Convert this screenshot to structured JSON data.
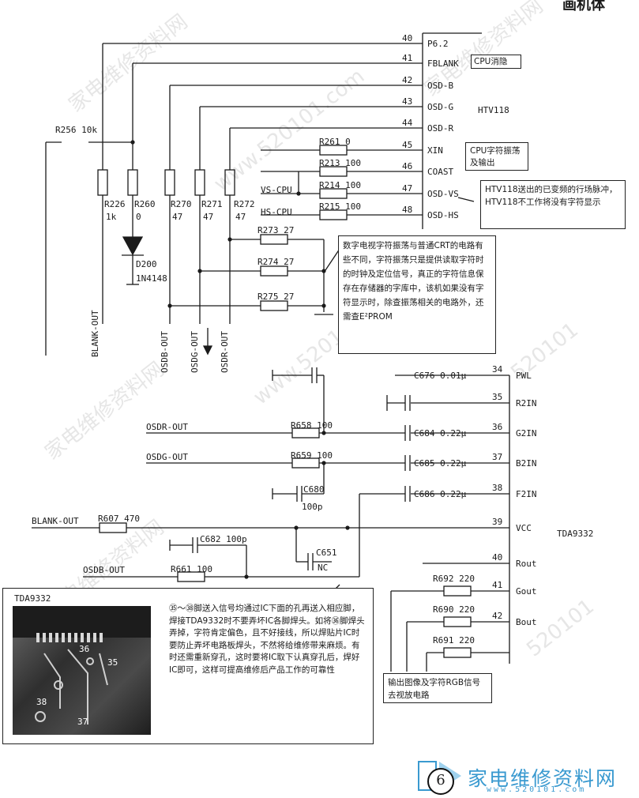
{
  "header": {
    "corner_text": "画机体"
  },
  "htv118": {
    "chip_label": "HTV118",
    "pins": [
      {
        "num": "40",
        "name": "P6.2"
      },
      {
        "num": "41",
        "name": "FBLANK"
      },
      {
        "num": "42",
        "name": "OSD-B"
      },
      {
        "num": "43",
        "name": "OSD-G"
      },
      {
        "num": "44",
        "name": "OSD-R"
      },
      {
        "num": "45",
        "name": "XIN"
      },
      {
        "num": "46",
        "name": "COAST"
      },
      {
        "num": "47",
        "name": "OSD-VS"
      },
      {
        "num": "48",
        "name": "OSD-HS"
      }
    ],
    "tag_cpu_blank": "CPU消隐",
    "tag_cpu_osc": "CPU字符振荡及输出",
    "note_vs": "HTV118送出的已变频的行场脉冲，HTV118不工作将没有字符显示"
  },
  "top_components": {
    "r256": "R256 10k",
    "r226": "R226",
    "r226_val": "1k",
    "r260": "R260",
    "r260_val": "0",
    "r270": "R270",
    "r270_val": "47",
    "r271": "R271",
    "r271_val": "47",
    "r272": "R272",
    "r272_val": "47",
    "r261": "R261 0",
    "r213": "R213 100",
    "r214": "R214 100",
    "r215": "R215 100",
    "r273": "R273 27",
    "r274": "R274 27",
    "r275": "R275 27",
    "d200": "D200",
    "d200_part": "1N4148",
    "vs_cpu": "VS-CPU",
    "hs_cpu": "HS-CPU",
    "blank_out": "BLANK-OUT",
    "osdb_out": "OSDB-OUT",
    "osdg_out": "OSDG-OUT",
    "osdr_out": "OSDR-OUT"
  },
  "osc_note": "数字电视字符振荡与普通CRT的电路有些不同，字符振荡只是提供读取字符时的时钟及定位信号，真正的字符信息保存在存储器的字库中，该机如果没有字符显示时，除查振荡相关的电路外，还需查E²PROM",
  "tda9332": {
    "chip_label": "TDA9332",
    "pins": [
      {
        "num": "34",
        "name": "PWL"
      },
      {
        "num": "35",
        "name": "R2IN"
      },
      {
        "num": "36",
        "name": "G2IN"
      },
      {
        "num": "37",
        "name": "B2IN"
      },
      {
        "num": "38",
        "name": "F2IN"
      },
      {
        "num": "39",
        "name": "VCC"
      },
      {
        "num": "40",
        "name": "Rout"
      },
      {
        "num": "41",
        "name": "Gout"
      },
      {
        "num": "42",
        "name": "Bout"
      }
    ],
    "out_note": "输出图像及字符RGB信号去视放电路"
  },
  "bottom_components": {
    "c676": "C676 0.01μ",
    "c684": "C684 0.22μ",
    "c685": "C685 0.22μ",
    "c686": "C686 0.22μ",
    "c680": "C680",
    "c680_val": "100p",
    "c682": "C682 100p",
    "c651": "C651",
    "c651_val": "NC",
    "r658": "R658 100",
    "r659": "R659 100",
    "r607": "R607 470",
    "r661": "R661 100",
    "r692": "R692 220",
    "r690": "R690 220",
    "r691": "R691 220",
    "osdr_out": "OSDR-OUT",
    "osdg_out": "OSDG-OUT",
    "blank_out": "BLANK-OUT",
    "osdb_out": "OSDB-OUT"
  },
  "bottom_note": {
    "photo_label": "TDA9332",
    "photo_pins": [
      "36",
      "35",
      "37",
      "38"
    ],
    "text": "㉟～㊳脚送入信号均通过IC下面的孔再送入相应脚，焊接TDA9332时不要弄坏IC各脚焊头。如将㊱脚焊头弄掉，字符肯定偏色，且不好接线，所以焊贴片IC时要防止弄坏电路板焊头，不然将给维修带来麻烦。有时还需重新穿孔，这时要将IC取下认真穿孔后，焊好IC即可，这样可提高维修后产品工作的可靠性"
  },
  "watermark": {
    "texts": [
      "家电维修资料网",
      "www.520101.com",
      "家电维修资料网",
      "www.520101.com",
      "家电维修资料网",
      "520101",
      "家电维修资料网",
      "520101"
    ]
  },
  "footer": {
    "logo_text": "家电维修资料网",
    "logo_url": "www.520101.com",
    "page_number": "6"
  }
}
